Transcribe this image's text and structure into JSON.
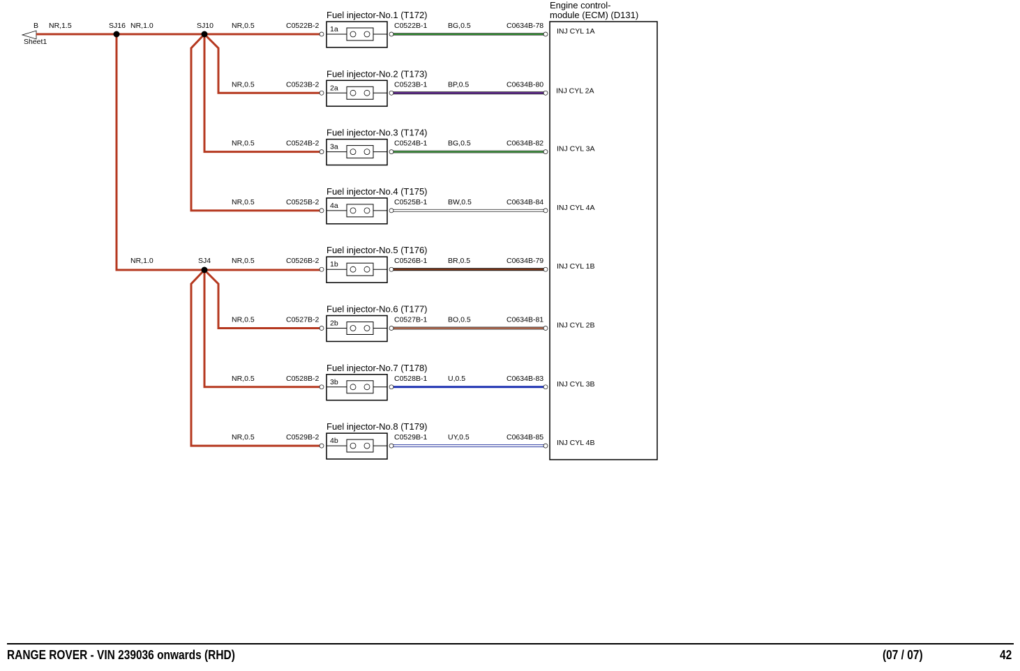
{
  "header": {
    "ecm_title_line1": "Engine control-",
    "ecm_title_line2": "module (ECM) (D131)"
  },
  "source": {
    "letter": "B",
    "wire": "NR,1.5",
    "sheet_ref": "Sheet1"
  },
  "splices": [
    {
      "id": "SJ16",
      "out_wire": "NR,1.0",
      "down_wire": "NR,1.0"
    },
    {
      "id": "SJ10"
    },
    {
      "id": "SJ4"
    }
  ],
  "injectors": [
    {
      "title": "Fuel injector-No.1 (T172)",
      "pin_label": "1a",
      "ground_wire": "NR,0.5",
      "ground_connector": "C0522B-2",
      "signal_connector": "C0522B-1",
      "signal_wire": "BG,0.5",
      "ecm_connector": "C0634B-78",
      "ecm_pin_label": "INJ CYL 1A",
      "color_main": "#2f8a2f",
      "color_stripe": "#6b6b6b"
    },
    {
      "title": "Fuel injector-No.2 (T173)",
      "pin_label": "2a",
      "ground_wire": "NR,0.5",
      "ground_connector": "C0523B-2",
      "signal_connector": "C0523B-1",
      "signal_wire": "BP,0.5",
      "ecm_connector": "C0634B-80",
      "ecm_pin_label": "INJ CYL  2A",
      "color_main": "#6a2aa0",
      "color_stripe": "#222222"
    },
    {
      "title": "Fuel injector-No.3 (T174)",
      "pin_label": "3a",
      "ground_wire": "NR,0.5",
      "ground_connector": "C0524B-2",
      "signal_connector": "C0524B-1",
      "signal_wire": "BG,0.5",
      "ecm_connector": "C0634B-82",
      "ecm_pin_label": "INJ CYL 3A",
      "color_main": "#2f8a2f",
      "color_stripe": "#6b6b6b"
    },
    {
      "title": "Fuel injector-No.4 (T175)",
      "pin_label": "4a",
      "ground_wire": "NR,0.5",
      "ground_connector": "C0525B-2",
      "signal_connector": "C0525B-1",
      "signal_wire": "BW,0.5",
      "ecm_connector": "C0634B-84",
      "ecm_pin_label": "INJ CYL 4A",
      "color_main": "#ffffff",
      "color_stripe": "#555555"
    },
    {
      "title": "Fuel injector-No.5 (T176)",
      "pin_label": "1b",
      "ground_wire": "NR,0.5",
      "ground_connector": "C0526B-2",
      "signal_connector": "C0526B-1",
      "signal_wire": "BR,0.5",
      "ecm_connector": "C0634B-79",
      "ecm_pin_label": "INJ CYL 1B",
      "color_main": "#8a3a1a",
      "color_stripe": "#111111"
    },
    {
      "title": "Fuel injector-No.6 (T177)",
      "pin_label": "2b",
      "ground_wire": "NR,0.5",
      "ground_connector": "C0527B-2",
      "signal_connector": "C0527B-1",
      "signal_wire": "BO,0.5",
      "ecm_connector": "C0634B-81",
      "ecm_pin_label": "INJ CYL 2B",
      "color_main": "#c06a4a",
      "color_stripe": "#444444"
    },
    {
      "title": "Fuel injector-No.7 (T178)",
      "pin_label": "3b",
      "ground_wire": "NR,0.5",
      "ground_connector": "C0528B-2",
      "signal_connector": "C0528B-1",
      "signal_wire": "U,0.5",
      "ecm_connector": "C0634B-83",
      "ecm_pin_label": "INJ CYL 3B",
      "color_main": "#1a2fb0",
      "color_stripe": "#1a2fb0"
    },
    {
      "title": "Fuel injector-No.8 (T179)",
      "pin_label": "4b",
      "ground_wire": "NR,0.5",
      "ground_connector": "C0529B-2",
      "signal_connector": "C0529B-1",
      "signal_wire": "UY,0.5",
      "ecm_connector": "C0634B-85",
      "ecm_pin_label": "INJ CYL 4B",
      "color_main": "#ffffff",
      "color_stripe": "#2a3aa0"
    }
  ],
  "colors": {
    "ground_wire": "#b5381f"
  },
  "footer": {
    "model": "RANGE ROVER - VIN 239036 onwards (RHD)",
    "sheet": "(07 / 07)",
    "page": "42"
  }
}
